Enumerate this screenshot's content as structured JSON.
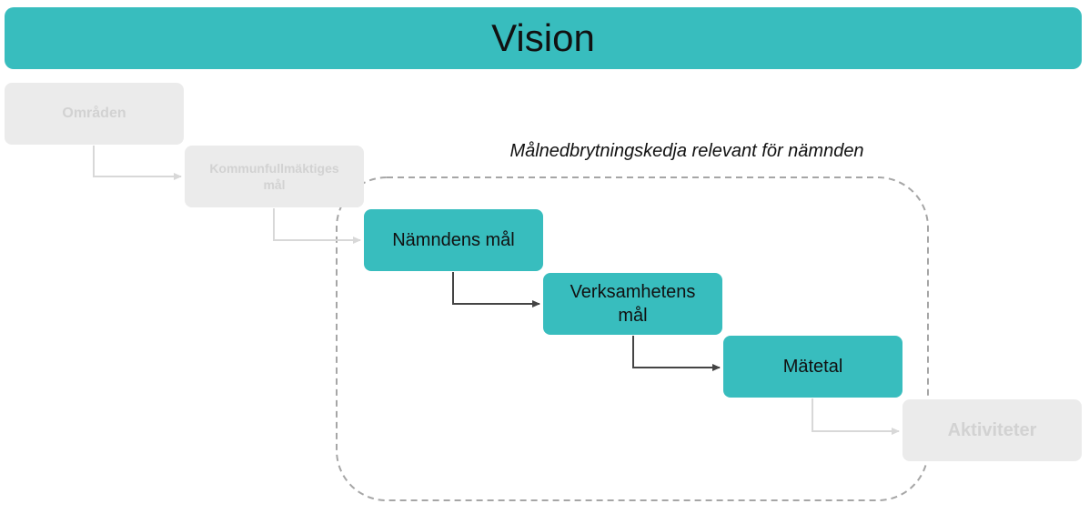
{
  "vision": {
    "label": "Vision"
  },
  "chain_label": "Målnedbrytningskedja relevant för nämnden",
  "steps": [
    {
      "label": "Områden",
      "state": "faded"
    },
    {
      "label": "Kommunfullmäktiges mål",
      "state": "faded"
    },
    {
      "label": "Nämndens mål",
      "state": "active"
    },
    {
      "label": "Verksamhetens mål",
      "state": "active"
    },
    {
      "label": "Mätetal",
      "state": "active"
    },
    {
      "label": "Aktiviteter",
      "state": "faded"
    }
  ],
  "colors": {
    "active_fill": "#38bdbe",
    "faded_fill": "#ebebeb",
    "faded_text": "#d2d2d2",
    "active_arrow": "#444444",
    "faded_arrow": "#d8d8d8",
    "dashed_border": "#a6a6a6"
  }
}
